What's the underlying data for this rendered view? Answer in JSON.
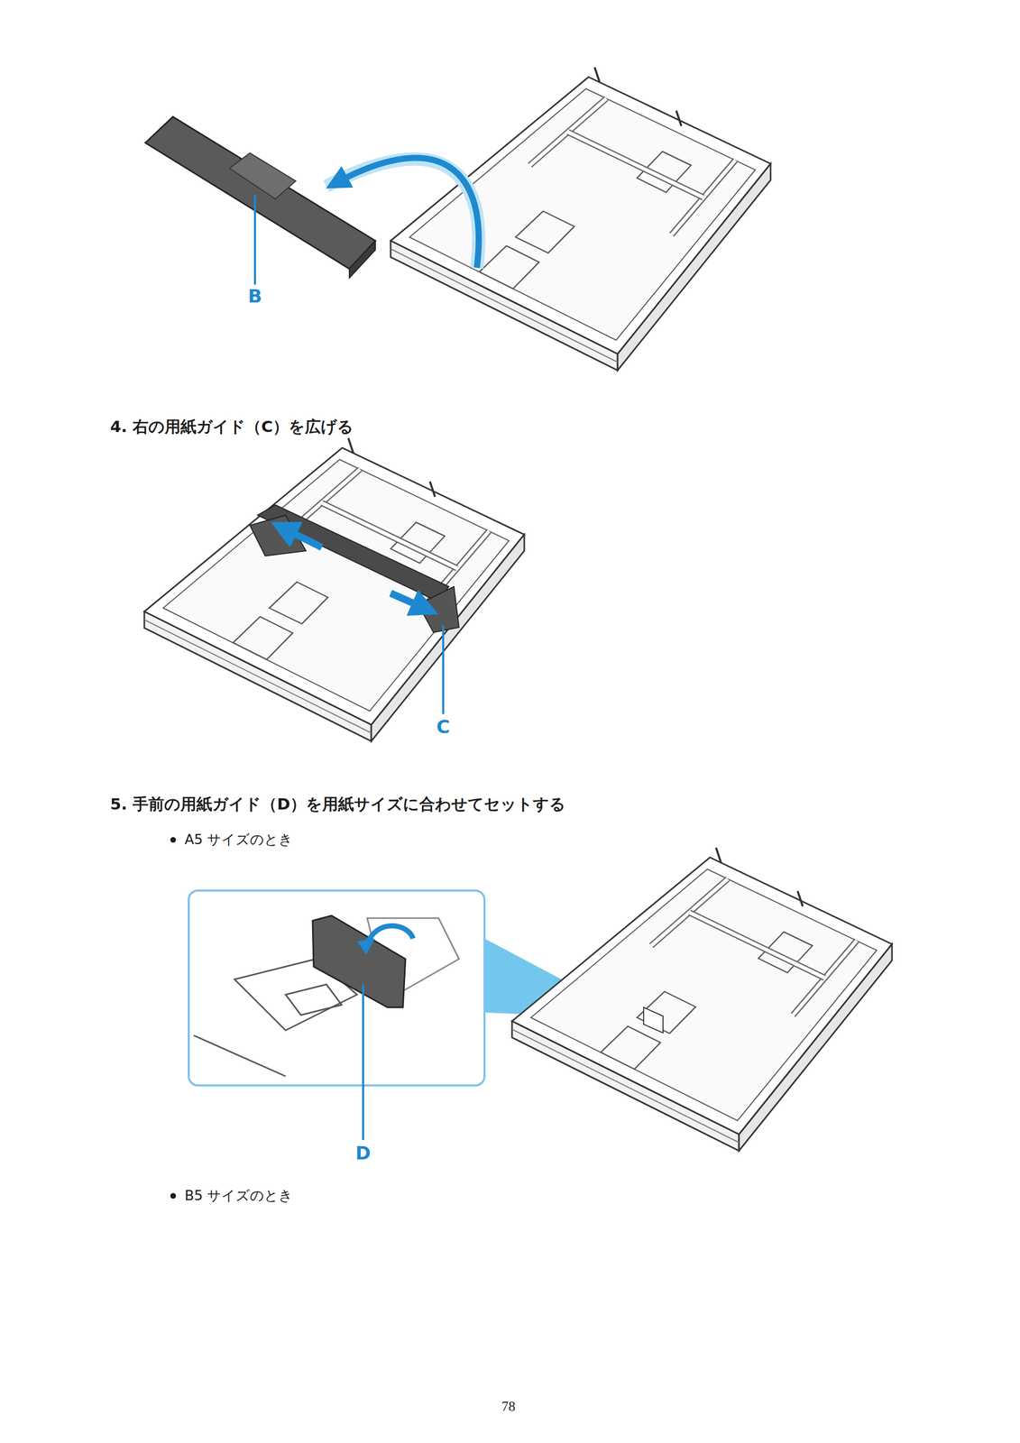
{
  "diagram": {
    "labels": [
      "B",
      "4. 右の用紙ガイド（C）を広げる",
      "C",
      "5. 手前の用紙ガイド（D）を用紙サイズに合わせてセットする",
      "A5 サイズのとき",
      "D",
      "B5 サイズのとき",
      "78"
    ]
  }
}
